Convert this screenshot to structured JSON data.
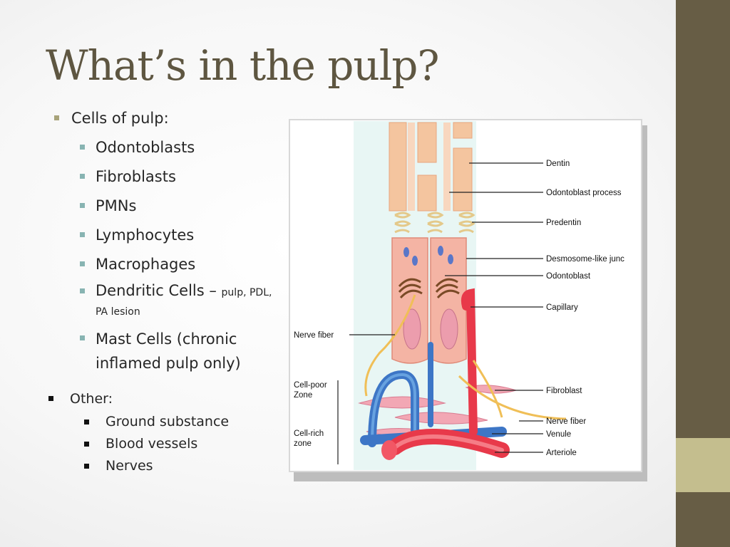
{
  "slide": {
    "title": "What’s in the pulp?",
    "bullets": {
      "cells_heading": "Cells of pulp:",
      "cells": [
        {
          "text": "Odontoblasts"
        },
        {
          "text": "Fibroblasts"
        },
        {
          "text": "PMNs"
        },
        {
          "text": "Lymphocytes"
        },
        {
          "text": "Macrophages"
        },
        {
          "text": "Dendritic Cells –",
          "note": "pulp, PDL, PA lesion"
        },
        {
          "text": "Mast Cells (chronic inflamed pulp only)"
        }
      ],
      "other_heading": "Other:",
      "other": [
        {
          "text": "Ground substance"
        },
        {
          "text": "Blood vessels"
        },
        {
          "text": "Nerves"
        }
      ]
    },
    "figure": {
      "labels": {
        "dentin": "Dentin",
        "odontoblast_process": "Odontoblast process",
        "predentin": "Predentin",
        "desmosome": "Desmosome-like junc",
        "odontoblast": "Odontoblast",
        "capillary": "Capillary",
        "nerve_fiber_left": "Nerve fiber",
        "cell_poor_1": "Cell-poor",
        "cell_poor_2": "Zone",
        "cell_rich_1": "Cell-rich",
        "cell_rich_2": "zone",
        "fibroblast": "Fibroblast",
        "nerve_fiber_right": "Nerve fiber",
        "venule": "Venule",
        "arteriole": "Arteriole"
      }
    }
  },
  "colors": {
    "title": "#5e5641",
    "side_bar": "#675d45",
    "side_accent": "#c4be8e",
    "bullet_level1": "#a8a37a",
    "bullet_level2": "#88b4b2"
  }
}
